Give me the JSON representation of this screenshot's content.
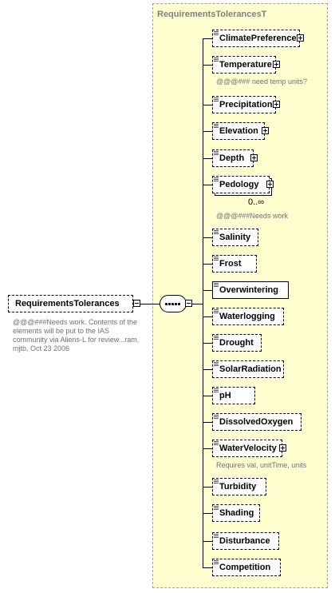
{
  "type_title": "RequirementsTolerancesT",
  "root": {
    "label": "RequirementsTolerances",
    "note": "@@@###Needs work. Contents of the elements will be put to the IAS community via Aliens-L for review...ram, mjtb, Oct 23 2006"
  },
  "elements": [
    {
      "label": "ClimatePreference",
      "expand": true
    },
    {
      "label": "Temperature",
      "expand": true,
      "note": "@@@### need temp units?"
    },
    {
      "label": "Precipitation",
      "expand": true
    },
    {
      "label": "Elevation",
      "expand": true
    },
    {
      "label": "Depth",
      "expand": true
    },
    {
      "label": "Pedology",
      "expand": true,
      "cardinality": "0..∞",
      "note": "@@@###Needs work"
    },
    {
      "label": "Salinity"
    },
    {
      "label": "Frost"
    },
    {
      "label": "Overwintering"
    },
    {
      "label": "Waterlogging"
    },
    {
      "label": "Drought"
    },
    {
      "label": "SolarRadiation"
    },
    {
      "label": "pH"
    },
    {
      "label": "DissolvedOxygen"
    },
    {
      "label": "WaterVelocity",
      "expand": true,
      "note": "Requires val, unitTime, units"
    },
    {
      "label": "Turbidity"
    },
    {
      "label": "Shading"
    },
    {
      "label": "Disturbance"
    },
    {
      "label": "Competition"
    }
  ]
}
